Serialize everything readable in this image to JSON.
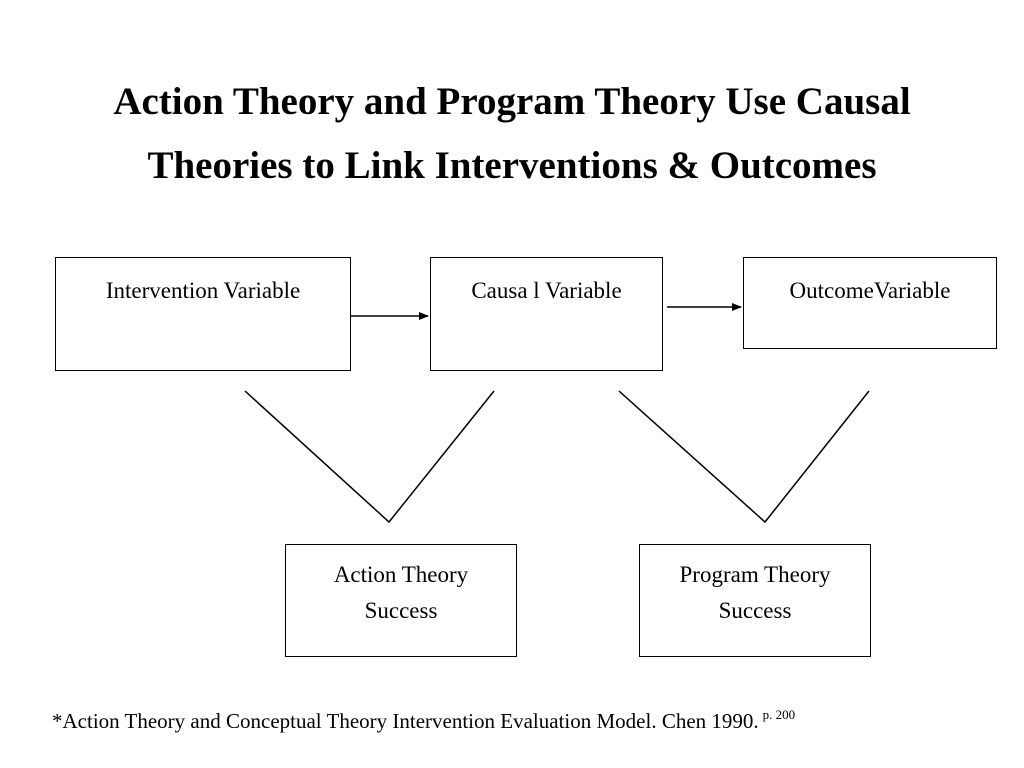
{
  "title": {
    "line1": "Action Theory and Program Theory Use Causal",
    "line2": "Theories to Link Interventions & Outcomes"
  },
  "boxes": {
    "intervention": "Intervention Variable",
    "causal": "Causa l Variable",
    "outcome": "OutcomeVariable",
    "action": "Action Theory\nSuccess",
    "program": "Program Theory\nSuccess"
  },
  "footnote": {
    "text": "*Action Theory and Conceptual Theory Intervention Evaluation Model. Chen 1990.",
    "superscript": "p. 200"
  }
}
